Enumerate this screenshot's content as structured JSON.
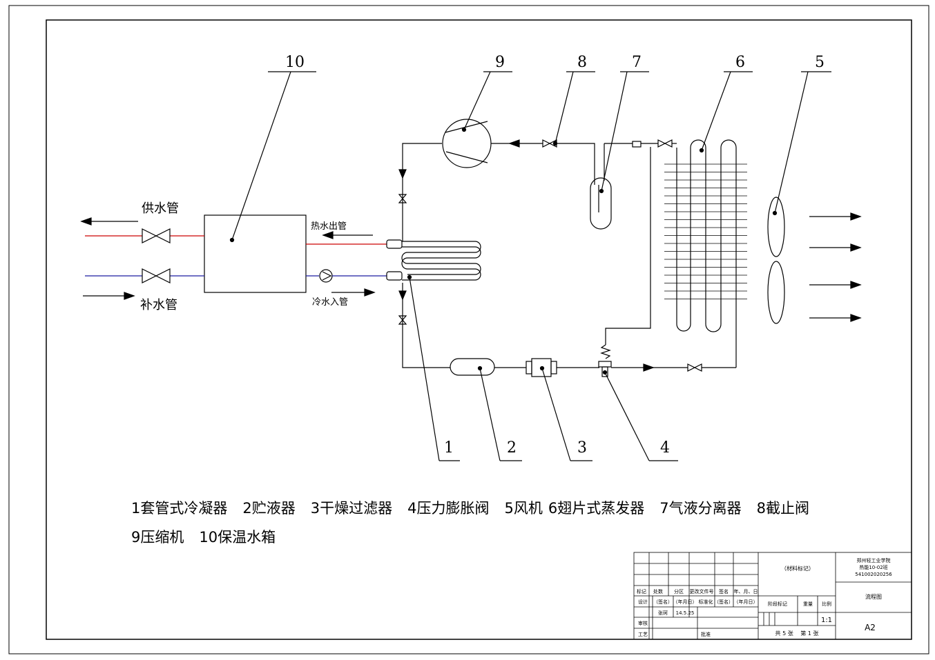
{
  "callouts": [
    "1",
    "2",
    "3",
    "4",
    "5",
    "6",
    "7",
    "8",
    "9",
    "10"
  ],
  "pipe_labels": {
    "supply": "供水管",
    "makeup": "补水管",
    "hot_out": "热水出管",
    "cold_in": "冷水入管"
  },
  "legend": [
    "1套管式冷凝器",
    "2贮液器",
    "3干燥过滤器",
    "4压力膨胀阀",
    "5风机",
    "6翅片式蒸发器",
    "7气液分离器",
    "8截止阀",
    "9压缩机",
    "10保温水箱"
  ],
  "title_block": {
    "material": "（材料标记）",
    "school": "郑州轻工业学院",
    "class": "热能10-02班",
    "student_no": "541002020256",
    "drawing_name": "流程图",
    "size": "A2",
    "scale": "1:1",
    "sheets": "共 5 张　 第 1 张",
    "col_mark": "标记",
    "col_count": "处数",
    "col_zone": "分区",
    "col_doc": "更改文件号",
    "col_sign": "签名",
    "col_date": "年、月、日",
    "design": "设计",
    "sign_name": "（签名）",
    "ymd": "（年月日）",
    "standard": "标准化",
    "sign_name2": "（签名）",
    "ymd2": "（年月日）",
    "stage": "阶段标记",
    "weight": "重量",
    "ratio": "比例",
    "designer": "张珂",
    "date": "14.5.25",
    "review": "审核",
    "process": "工艺",
    "approve": "批准"
  },
  "colors": {
    "hot": "#cc0000",
    "cold": "#1a1aa0",
    "line": "#000000"
  }
}
